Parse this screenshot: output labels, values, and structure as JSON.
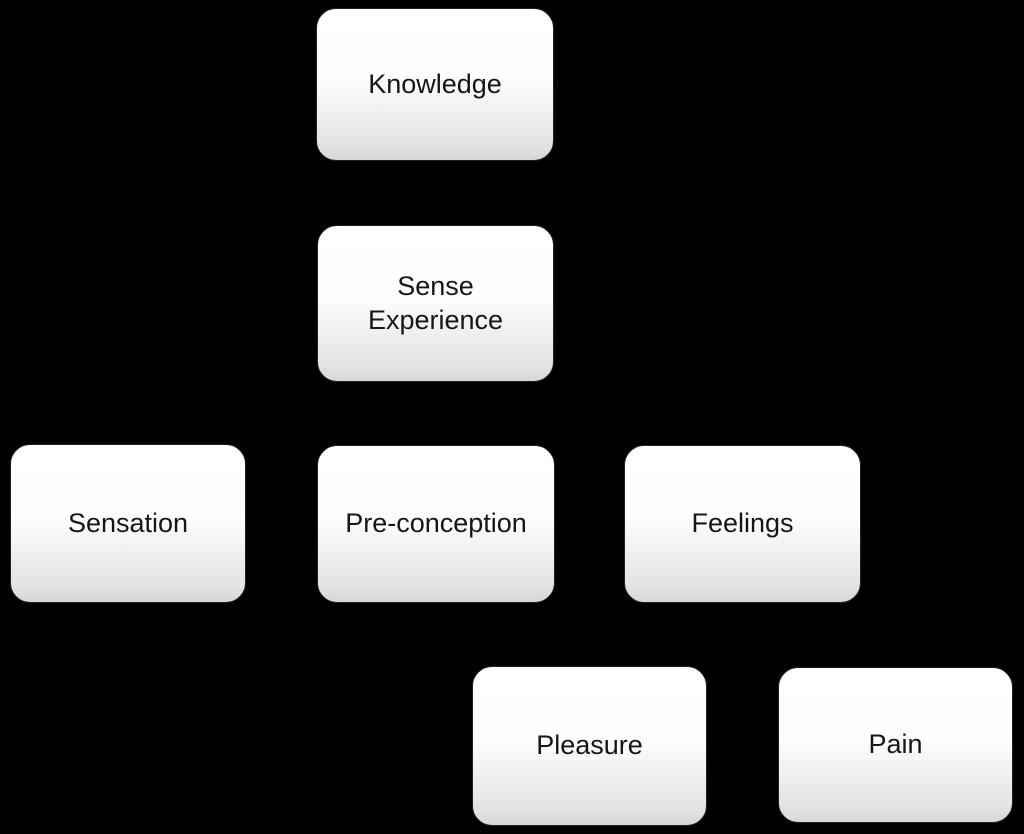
{
  "diagram": {
    "background_color": "#000000",
    "node_fill_top": "#ffffff",
    "node_fill_bottom": "#d7d7d7",
    "node_text_color": "#161616",
    "nodes": [
      {
        "id": "knowledge",
        "label": "Knowledge"
      },
      {
        "id": "sense-experience",
        "label": "Sense Experience"
      },
      {
        "id": "sensation",
        "label": "Sensation"
      },
      {
        "id": "pre-conception",
        "label": "Pre-conception"
      },
      {
        "id": "feelings",
        "label": "Feelings"
      },
      {
        "id": "pleasure",
        "label": "Pleasure"
      },
      {
        "id": "pain",
        "label": "Pain"
      }
    ]
  }
}
